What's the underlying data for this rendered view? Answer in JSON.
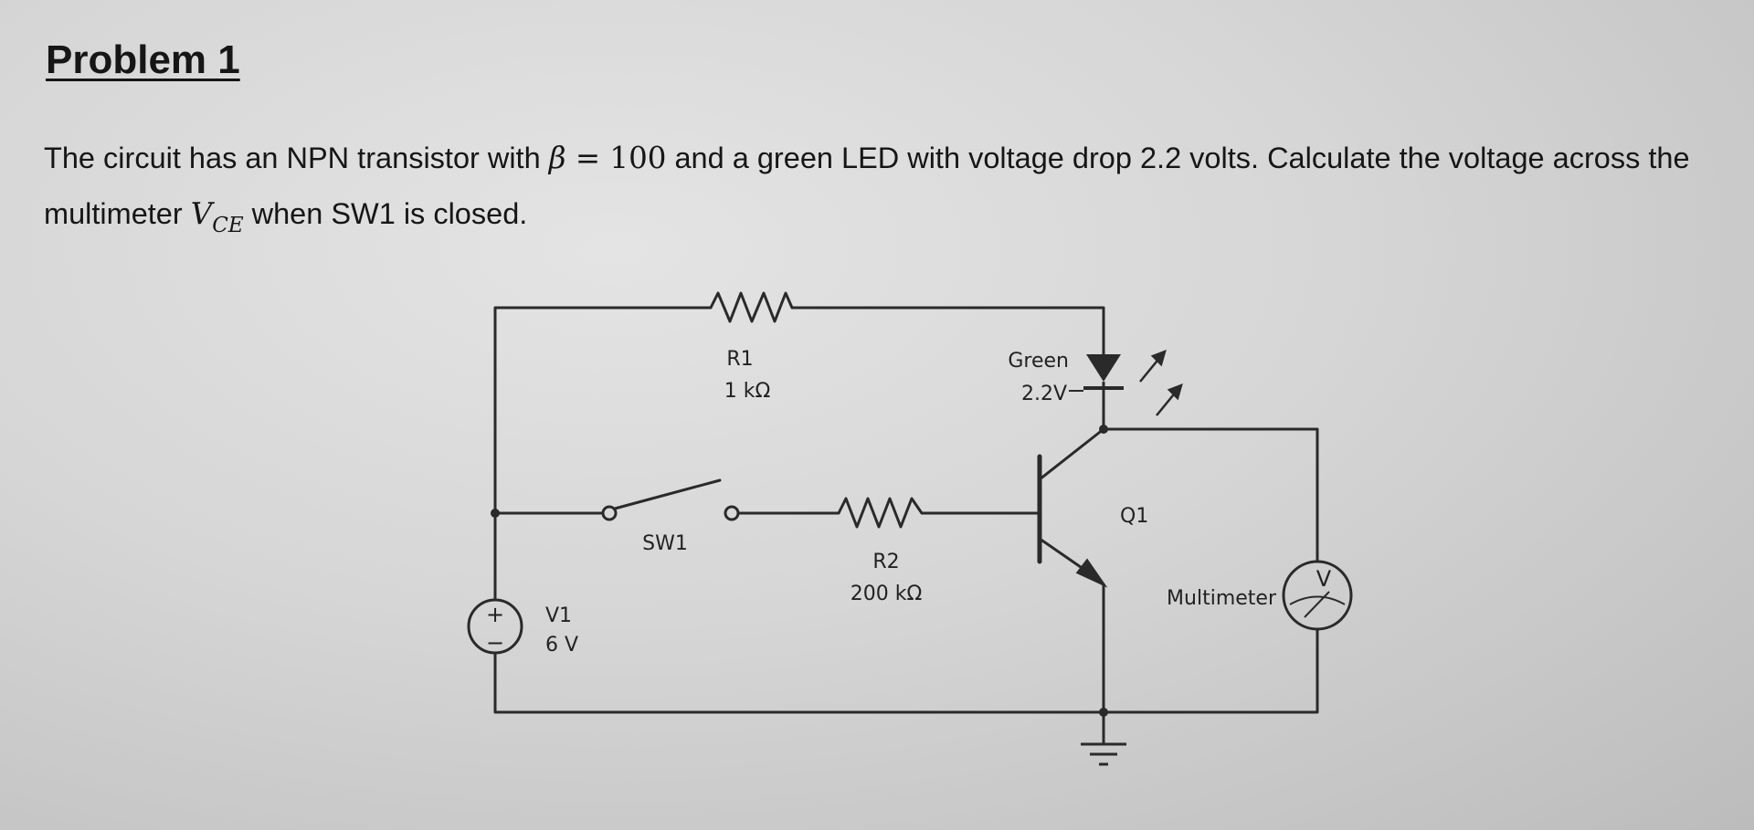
{
  "problem": {
    "title": "Problem 1",
    "text_1": "The circuit has an NPN transistor with ",
    "beta_symbol": "β",
    "equals": " = ",
    "beta_value": "100",
    "text_2": " and a green LED with voltage drop 2.2 volts. Calculate the voltage across the multimeter ",
    "vce_main": "V",
    "vce_sub": "CE",
    "text_3": " when SW1 is closed."
  },
  "circuit": {
    "r1": {
      "name": "R1",
      "value": "1 kΩ"
    },
    "led": {
      "color_label": "Green",
      "voltage_label": "2.2V"
    },
    "switch": {
      "name": "SW1"
    },
    "r2": {
      "name": "R2",
      "value": "200 kΩ"
    },
    "transistor": {
      "name": "Q1"
    },
    "source": {
      "name": "V1",
      "value": "6 V",
      "plus": "+",
      "minus": "−"
    },
    "meter": {
      "name": "Multimeter",
      "symbol": "V"
    }
  }
}
